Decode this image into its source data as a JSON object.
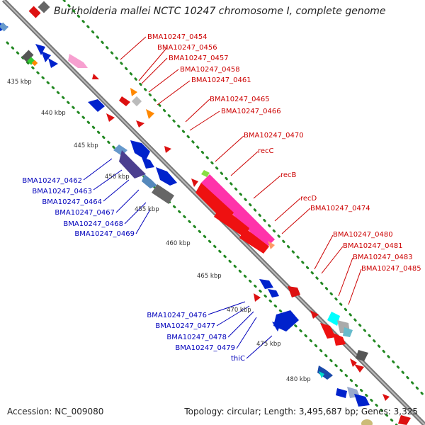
{
  "title": "Burkholderia mallei NCTC 10247 chromosome I, complete genome",
  "footer": {
    "accession": "Accession: NC_009080",
    "stats": "Topology: circular; Length: 3,495,687 bp; Genes: 3,325"
  },
  "colors": {
    "forward_label": "#cc0000",
    "reverse_label": "#0000bb",
    "backbone": "#666666",
    "dots": "#228822"
  },
  "kbp_ticks": [
    "435 kbp",
    "440 kbp",
    "445 kbp",
    "450 kbp",
    "455 kbp",
    "460 kbp",
    "465 kbp",
    "470 kbp",
    "475 kbp",
    "480 kbp"
  ],
  "forward_genes": [
    "BMA10247_0454",
    "BMA10247_0456",
    "BMA10247_0457",
    "BMA10247_0458",
    "BMA10247_0461",
    "BMA10247_0465",
    "BMA10247_0466",
    "BMA10247_0470",
    "recC",
    "recB",
    "recD",
    "BMA10247_0474",
    "BMA10247_0480",
    "BMA10247_0481",
    "BMA10247_0483",
    "BMA10247_0485"
  ],
  "reverse_genes": [
    "BMA10247_0462",
    "BMA10247_0463",
    "BMA10247_0464",
    "BMA10247_0467",
    "BMA10247_0468",
    "BMA10247_0469",
    "BMA10247_0476",
    "BMA10247_0477",
    "BMA10247_0478",
    "BMA10247_0479",
    "thiC"
  ]
}
